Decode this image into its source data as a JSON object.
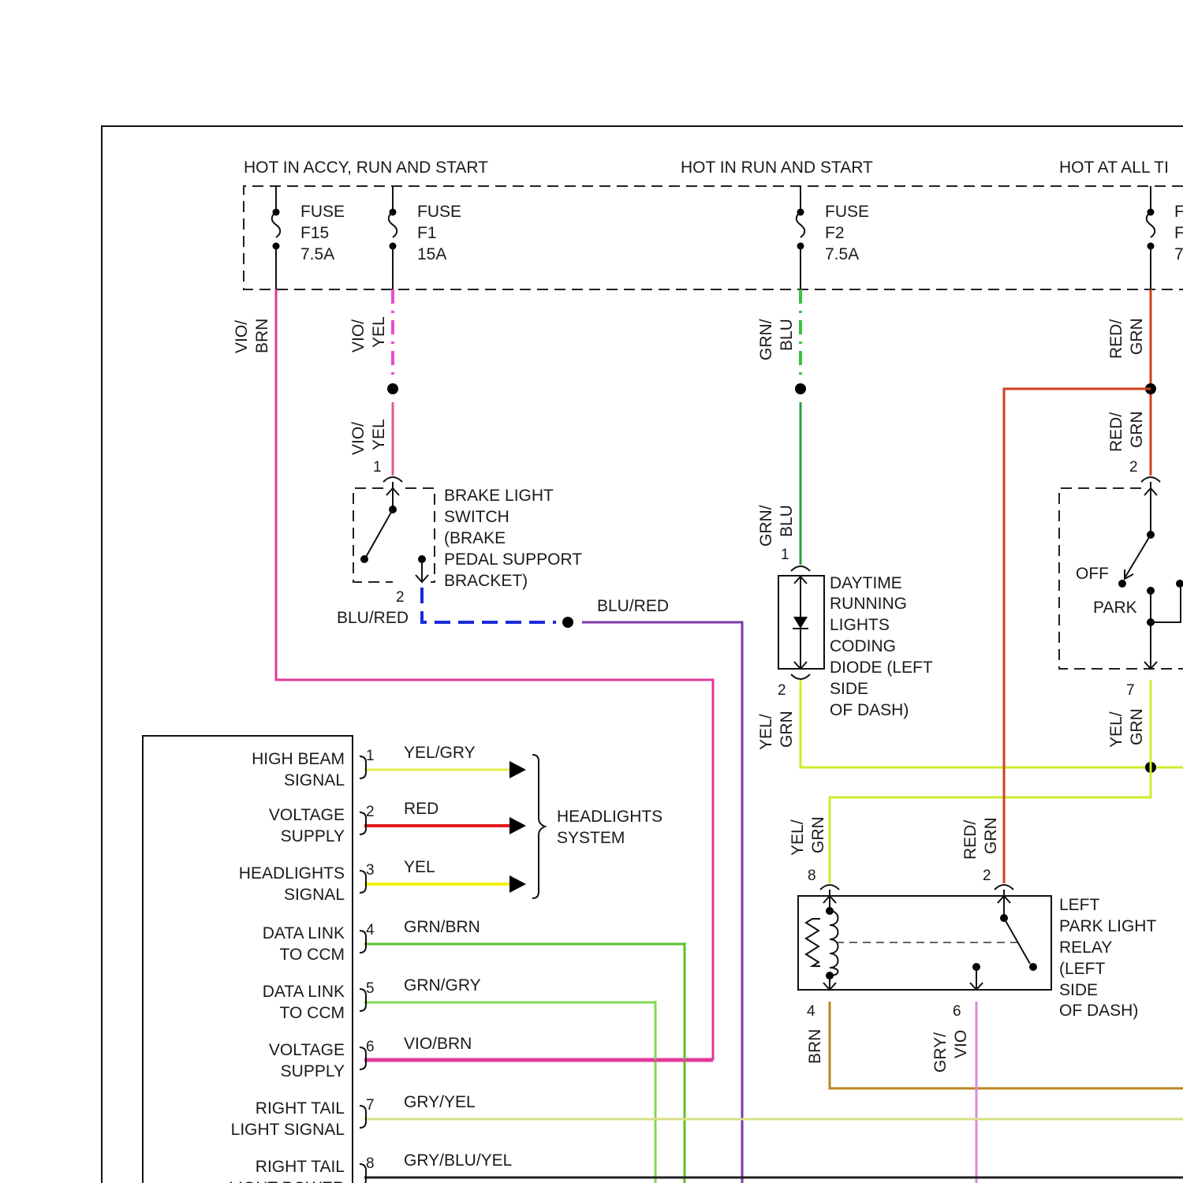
{
  "headers": {
    "accy_run_start": "HOT IN ACCY, RUN AND START",
    "run_start": "HOT IN RUN AND START",
    "all_times": "HOT AT ALL TI"
  },
  "fuses": [
    {
      "name": "FUSE",
      "id": "F15",
      "rating": "7.5A"
    },
    {
      "name": "FUSE",
      "id": "F1",
      "rating": "15A"
    },
    {
      "name": "FUSE",
      "id": "F2",
      "rating": "7.5A"
    },
    {
      "name": "F",
      "id": "F",
      "rating": "7"
    }
  ],
  "wires": {
    "vio_brn": [
      "VIO/",
      "BRN"
    ],
    "vio_yel": [
      "VIO/",
      "YEL"
    ],
    "grn_blu": [
      "GRN/",
      "BLU"
    ],
    "red_grn": [
      "RED/",
      "GRN"
    ],
    "yel_grn": [
      "YEL/",
      "GRN"
    ],
    "blu_red": "BLU/RED",
    "brn": "BRN",
    "gry_vio": [
      "GRY/",
      "VIO"
    ]
  },
  "components": {
    "brake_switch": [
      "BRAKE LIGHT",
      "SWITCH",
      "(BRAKE",
      "PEDAL SUPPORT",
      "BRACKET)"
    ],
    "drl_diode": [
      "DAYTIME",
      "RUNNING",
      "LIGHTS",
      "CODING",
      "DIODE (LEFT",
      "SIDE",
      "OF DASH)"
    ],
    "park_relay": [
      "LEFT",
      "PARK LIGHT",
      "RELAY",
      "(LEFT",
      "SIDE",
      "OF DASH)"
    ],
    "light_switch": {
      "off": "OFF",
      "park": "PARK"
    },
    "headlights_system": [
      "HEADLIGHTS",
      "SYSTEM"
    ]
  },
  "pins": {
    "brake_1": "1",
    "brake_2": "2",
    "diode_1": "1",
    "diode_2": "2",
    "switch_2": "2",
    "switch_7": "7",
    "relay_8": "8",
    "relay_2": "2",
    "relay_4": "4",
    "relay_6": "6"
  },
  "module_rows": [
    {
      "pin": "1",
      "label": [
        "HIGH BEAM",
        "SIGNAL"
      ],
      "wire": "YEL/GRY",
      "color": "#e6ec4a"
    },
    {
      "pin": "2",
      "label": [
        "VOLTAGE",
        "SUPPLY"
      ],
      "wire": "RED",
      "color": "#e21b1b"
    },
    {
      "pin": "3",
      "label": [
        "HEADLIGHTS",
        "SIGNAL"
      ],
      "wire": "YEL",
      "color": "#f5f000"
    },
    {
      "pin": "4",
      "label": [
        "DATA LINK",
        "TO CCM"
      ],
      "wire": "GRN/BRN",
      "color": "#59c22a"
    },
    {
      "pin": "5",
      "label": [
        "DATA LINK",
        "TO CCM"
      ],
      "wire": "GRN/GRY",
      "color": "#7ed957"
    },
    {
      "pin": "6",
      "label": [
        "VOLTAGE",
        "SUPPLY"
      ],
      "wire": "VIO/BRN",
      "color": "#e2399a"
    },
    {
      "pin": "7",
      "label": [
        "RIGHT TAIL",
        "LIGHT SIGNAL"
      ],
      "wire": "GRY/YEL",
      "color": "#d9df87"
    },
    {
      "pin": "8",
      "label": [
        "RIGHT TAIL",
        "LIGHT POWER"
      ],
      "wire": "GRY/BLU/YEL",
      "color": "#222222"
    }
  ],
  "colors": {
    "vio_brn": "#e2399a",
    "vio_yel": "#e84bd8",
    "grn_blu": "#38c43a",
    "red_grn": "#d6401a",
    "yel_grn": "#c9ef2a",
    "blu_red": "#1a2ad9",
    "brn": "#b8861e",
    "gry_vio": "#d98bd9"
  }
}
